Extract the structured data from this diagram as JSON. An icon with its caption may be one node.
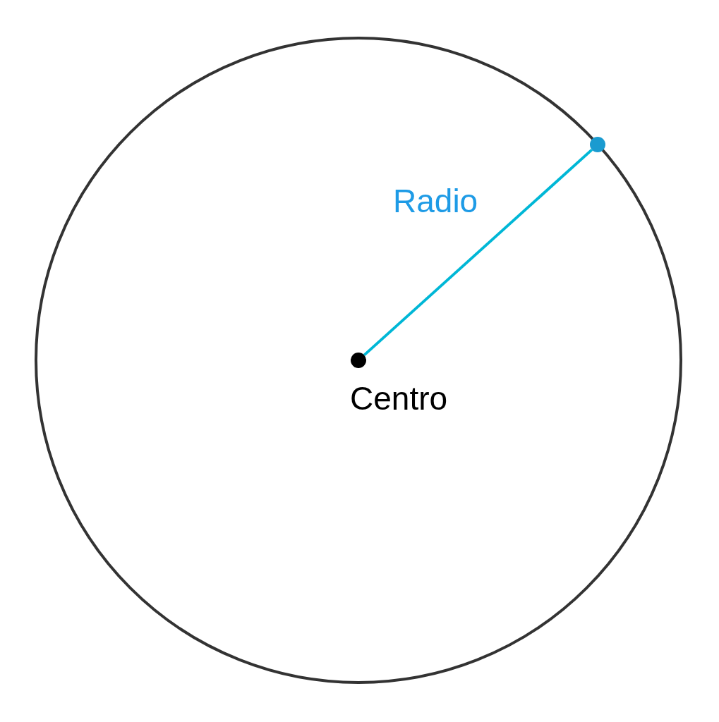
{
  "diagram": {
    "nodes": [
      {
        "text": [],
        "shape": "circle"
      },
      {
        "text": [],
        "shape": "circle",
        "in": 0,
        "beside": [
          "Centro"
        ]
      },
      {
        "text": [],
        "shape": "circle"
      }
    ],
    "edges": [
      {
        "from": 1,
        "to": 2,
        "arrow": "none",
        "label": "Radio",
        "color": "#00b7d6"
      }
    ]
  }
}
